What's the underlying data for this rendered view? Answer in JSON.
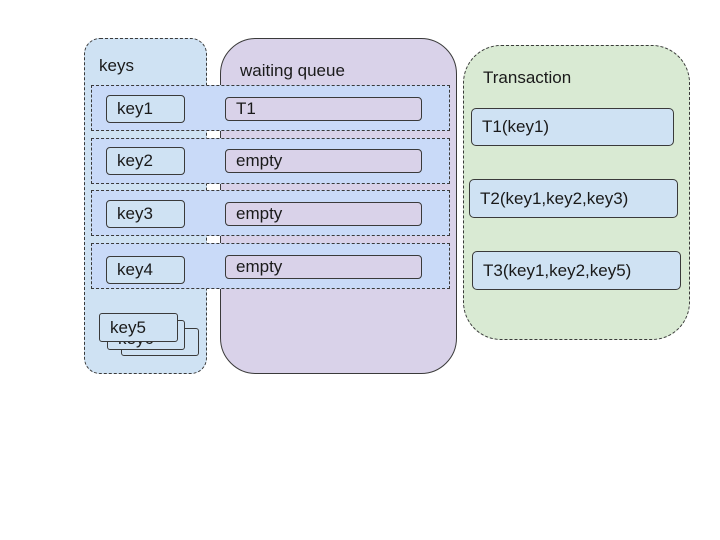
{
  "keys_panel": {
    "title": "keys",
    "rows": [
      "key1",
      "key2",
      "key3",
      "key4"
    ],
    "stacked_key": "key5",
    "stacked_key_behind": "key6"
  },
  "queue_panel": {
    "title": "waiting queue",
    "slots": [
      "T1",
      "empty",
      "empty",
      "empty"
    ]
  },
  "txn_panel": {
    "title": "Transaction",
    "items": [
      "T1(key1)",
      "T2(key1,key2,key3)",
      "T3(key1,key2,key5)"
    ]
  },
  "colors": {
    "keys_fill": "#cfe2f3",
    "queue_fill": "#d9d2e9",
    "txn_fill": "#d9ead3",
    "row_band_fill": "#c9daf8",
    "stroke": "#3a3a3a"
  }
}
